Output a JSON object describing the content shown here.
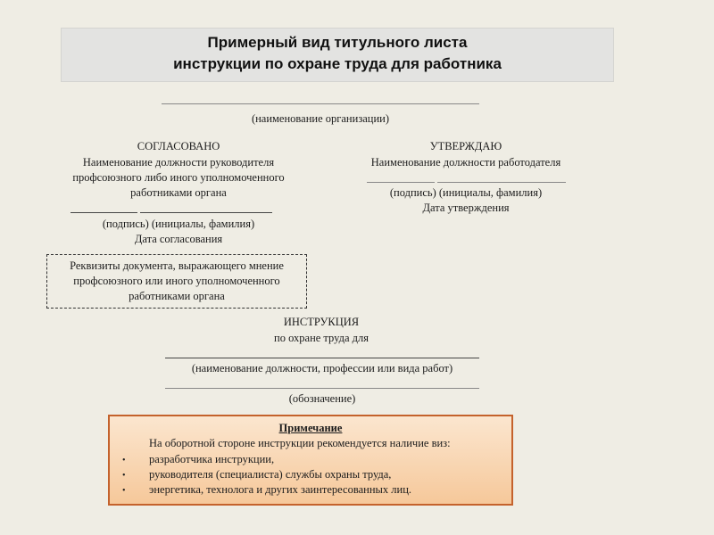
{
  "slide": {
    "title_line1": "Примерный вид титульного листа",
    "title_line2": "инструкции по охране труда для работника"
  },
  "org": {
    "caption": "(наименование организации)"
  },
  "agreed": {
    "heading": "СОГЛАСОВАНО",
    "line1": "Наименование должности руководителя",
    "line2": "профсоюзного либо иного уполномоченного",
    "line3": "работниками органа",
    "sign_caption": "(подпись)   (инициалы, фамилия)",
    "date_caption": "Дата согласования"
  },
  "approve": {
    "heading": "УТВЕРЖДАЮ",
    "line1": "Наименование должности работодателя",
    "sign_caption": "(подпись)   (инициалы, фамилия)",
    "date_caption": "Дата утверждения"
  },
  "requisites": {
    "line1": "Реквизиты документа, выражающего мнение",
    "line2": "профсоюзного   или   иного   уполномоченного",
    "line3": "работниками органа"
  },
  "instruction": {
    "heading": "ИНСТРУКЦИЯ",
    "subheading": "по охране труда для",
    "position_caption": "(наименование должности, профессии или вида работ)",
    "designation_caption": "(обозначение)"
  },
  "note": {
    "heading": "Примечание",
    "intro": "На оборотной стороне инструкции рекомендуется наличие виз:",
    "items": [
      "разработчика инструкции,",
      "руководителя (специалиста) службы охраны труда,",
      "энергетика, технолога и других заинтересованных лиц."
    ],
    "bullet_glyph": "•"
  },
  "colors": {
    "background": "#efede4",
    "title_box": "#e3e3e1",
    "note_border": "#c4622c",
    "note_fill": "#f6c89a"
  }
}
